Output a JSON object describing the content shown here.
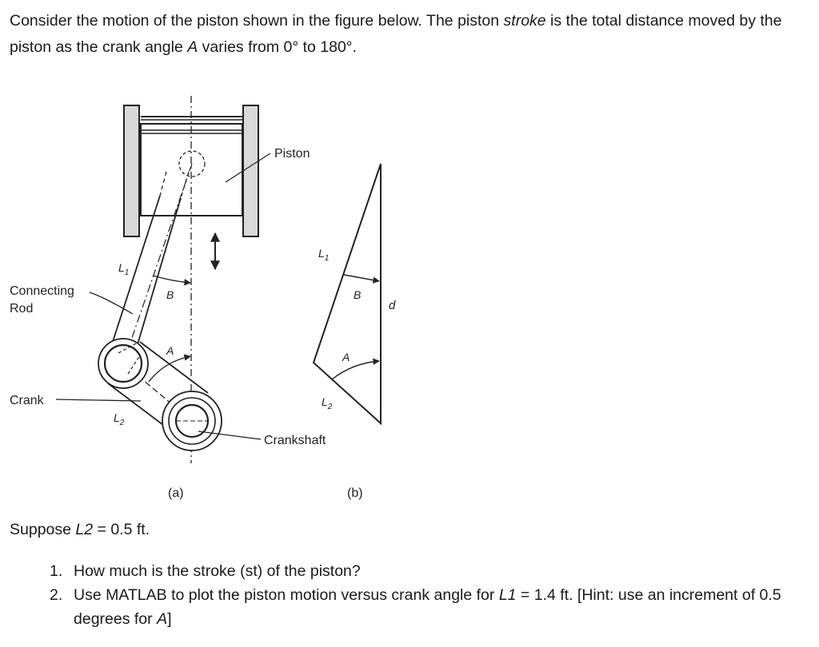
{
  "intro": {
    "p1": "Consider the motion of the piston shown in the figure below. The piston ",
    "em1": "stroke",
    "p2": " is the total distance moved by the piston as the crank angle ",
    "em2": "A",
    "p3": " varies from 0° to 180°."
  },
  "figure": {
    "labels": {
      "piston": "Piston",
      "connecting_rod_line1": "Connecting",
      "connecting_rod_line2": "Rod",
      "crank": "Crank",
      "crankshaft": "Crankshaft",
      "L1": "L",
      "L1_sub": "1",
      "L2": "L",
      "L2_sub": "2",
      "angle_A": "A",
      "angle_B": "B",
      "d": "d",
      "caption_a": "(a)",
      "caption_b": "(b)"
    }
  },
  "suppose": {
    "pre": "Suppose ",
    "var": "L2",
    "post": " = 0.5 ft."
  },
  "questions": [
    {
      "num": "1.",
      "text": "How much is the stroke (st) of the piston?"
    },
    {
      "num": "2.",
      "pre": "Use MATLAB to plot the piston motion versus crank angle for ",
      "var1": "L1",
      "mid": " = 1.4 ft. [Hint: use an increment of 0.5 degrees for ",
      "var2": "A",
      "post": "]"
    }
  ]
}
